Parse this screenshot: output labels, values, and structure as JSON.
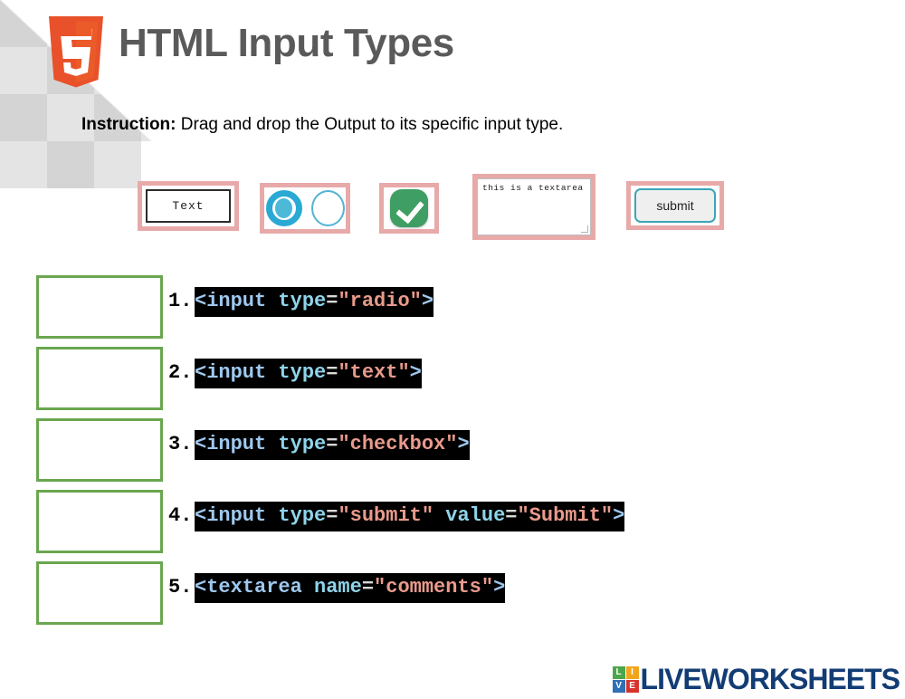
{
  "header": {
    "title": "HTML Input Types",
    "logo_icon": "html5-logo-icon",
    "logo_text": "5"
  },
  "instruction": {
    "lead": "Instruction:",
    "text": " Drag and drop the Output to its specific input type."
  },
  "tokens": [
    {
      "name": "text-input-token",
      "kind": "text-input-preview",
      "value": "Text"
    },
    {
      "name": "radio-token",
      "kind": "radio-preview",
      "value": ""
    },
    {
      "name": "checkbox-token",
      "kind": "checkbox-preview",
      "value": ""
    },
    {
      "name": "textarea-token",
      "kind": "textarea-preview",
      "value": "this is a textarea"
    },
    {
      "name": "submit-token",
      "kind": "submit-button-preview",
      "value": "submit"
    }
  ],
  "exercises": [
    {
      "number": "1.",
      "code_plain": "<input type=\"radio\">",
      "code_parts": [
        {
          "cls": "tok-brk",
          "t": "<"
        },
        {
          "cls": "tok-tag",
          "t": "input"
        },
        {
          "cls": "tok-eq",
          "t": " "
        },
        {
          "cls": "tok-attr",
          "t": "type"
        },
        {
          "cls": "tok-eq",
          "t": "="
        },
        {
          "cls": "tok-str",
          "t": "\"radio\""
        },
        {
          "cls": "tok-brk",
          "t": ">"
        }
      ]
    },
    {
      "number": "2.",
      "code_plain": "<input type=\"text\">",
      "code_parts": [
        {
          "cls": "tok-brk",
          "t": "<"
        },
        {
          "cls": "tok-tag",
          "t": "input"
        },
        {
          "cls": "tok-eq",
          "t": " "
        },
        {
          "cls": "tok-attr",
          "t": "type"
        },
        {
          "cls": "tok-eq",
          "t": "="
        },
        {
          "cls": "tok-str",
          "t": "\"text\""
        },
        {
          "cls": "tok-brk",
          "t": ">"
        }
      ]
    },
    {
      "number": "3.",
      "code_plain": "<input type=\"checkbox\">",
      "code_parts": [
        {
          "cls": "tok-brk",
          "t": "<"
        },
        {
          "cls": "tok-tag",
          "t": "input"
        },
        {
          "cls": "tok-eq",
          "t": " "
        },
        {
          "cls": "tok-attr",
          "t": "type"
        },
        {
          "cls": "tok-eq",
          "t": "="
        },
        {
          "cls": "tok-str",
          "t": "\"checkbox\""
        },
        {
          "cls": "tok-brk",
          "t": ">"
        }
      ]
    },
    {
      "number": "4.",
      "code_plain": "<input type=\"submit\" value=\"Submit\">",
      "code_parts": [
        {
          "cls": "tok-brk",
          "t": "<"
        },
        {
          "cls": "tok-tag",
          "t": "input"
        },
        {
          "cls": "tok-eq",
          "t": " "
        },
        {
          "cls": "tok-attr",
          "t": "type"
        },
        {
          "cls": "tok-eq",
          "t": "="
        },
        {
          "cls": "tok-str",
          "t": "\"submit\""
        },
        {
          "cls": "tok-eq",
          "t": " "
        },
        {
          "cls": "tok-attr",
          "t": "value"
        },
        {
          "cls": "tok-eq",
          "t": "="
        },
        {
          "cls": "tok-str",
          "t": "\"Submit\""
        },
        {
          "cls": "tok-brk",
          "t": ">"
        }
      ]
    },
    {
      "number": "5.",
      "code_plain": "<textarea name=\"comments\">",
      "code_parts": [
        {
          "cls": "tok-brk",
          "t": "<"
        },
        {
          "cls": "tok-tag",
          "t": "textarea"
        },
        {
          "cls": "tok-eq",
          "t": " "
        },
        {
          "cls": "tok-attr",
          "t": "name"
        },
        {
          "cls": "tok-eq",
          "t": "="
        },
        {
          "cls": "tok-str",
          "t": "\"comments\""
        },
        {
          "cls": "tok-brk",
          "t": ">"
        }
      ]
    }
  ],
  "footer": {
    "icon_letters": [
      "L",
      "I",
      "V",
      "E"
    ],
    "wordmark": "LIVEWORKSHEETS"
  },
  "colors": {
    "title": "#5a5a5a",
    "html5_orange": "#e8512a",
    "token_border": "#e8a9a9",
    "drop_border": "#6aa64f",
    "code_bg": "#000000",
    "code_tag": "#9fc8ee",
    "code_attr": "#8fd4ea",
    "code_string": "#e99a8c",
    "radio_blue": "#29a9d4",
    "check_green": "#3f9e63",
    "submit_border": "#3aa6b6",
    "lws_navy": "#123c74"
  }
}
